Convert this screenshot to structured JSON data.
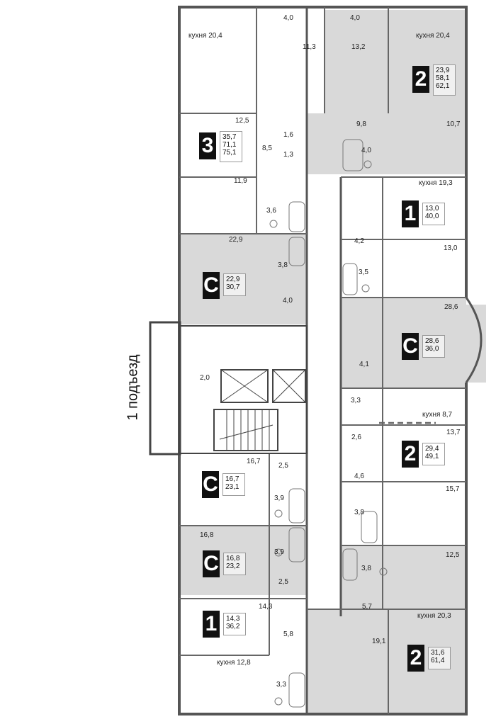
{
  "entrance_label": "1 подъезд",
  "colors": {
    "wall": "#555555",
    "grey_fill": "#d9d9d9",
    "white_fill": "#ffffff",
    "badge": "#111111"
  },
  "apartments": [
    {
      "type": "3",
      "areas": [
        "35,7",
        "71,1",
        "75,1"
      ]
    },
    {
      "type": "2",
      "areas": [
        "23,9",
        "58,1",
        "62,1"
      ]
    },
    {
      "type": "1",
      "areas": [
        "13,0",
        "40,0"
      ]
    },
    {
      "type": "C",
      "areas": [
        "22,9",
        "30,7"
      ]
    },
    {
      "type": "C",
      "areas": [
        "28,6",
        "36,0"
      ]
    },
    {
      "type": "2",
      "areas": [
        "29,4",
        "49,1"
      ]
    },
    {
      "type": "C",
      "areas": [
        "16,7",
        "23,1"
      ]
    },
    {
      "type": "C",
      "areas": [
        "16,8",
        "23,2"
      ]
    },
    {
      "type": "1",
      "areas": [
        "14,3",
        "36,2"
      ]
    },
    {
      "type": "2",
      "areas": [
        "31,6",
        "61,4"
      ]
    }
  ],
  "rooms": [
    "кухня 20,4",
    "4,0",
    "4,0",
    "кухня 20,4",
    "11,3",
    "13,2",
    "12,5",
    "1,6",
    "9,8",
    "10,7",
    "8,5",
    "1,3",
    "4,0",
    "11,9",
    "кухня 19,3",
    "3,6",
    "22,9",
    "4,2",
    "13,0",
    "3,8",
    "3,5",
    "4,0",
    "28,6",
    "2,0",
    "4,1",
    "3,3",
    "кухня 8,7",
    "13,7",
    "2,6",
    "16,7",
    "2,5",
    "4,6",
    "15,7",
    "3,9",
    "3,8",
    "16,8",
    "3,9",
    "3,8",
    "12,5",
    "2,5",
    "5,7",
    "14,3",
    "кухня 20,3",
    "5,8",
    "19,1",
    "кухня 12,8",
    "3,3"
  ]
}
